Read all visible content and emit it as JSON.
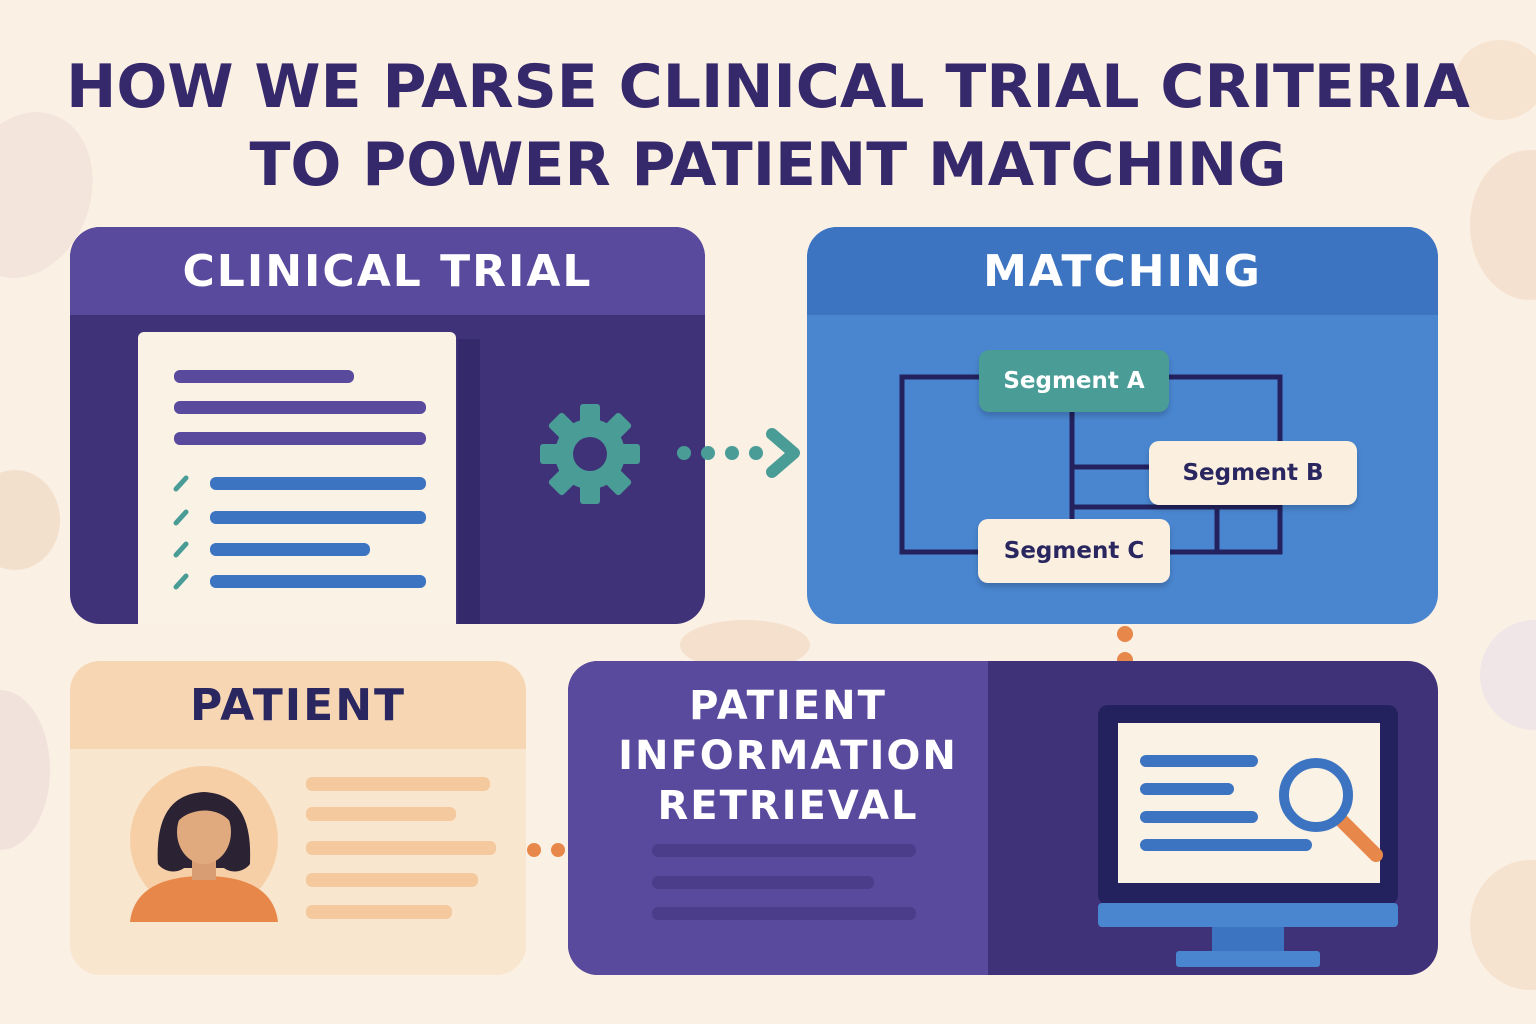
{
  "title": {
    "line1": "HOW WE PARSE CLINICAL TRIAL CRITERIA",
    "line2": "TO POWER PATIENT MATCHING"
  },
  "panels": {
    "clinical_trial": {
      "label": "CLINICAL TRIAL"
    },
    "matching": {
      "label": "MATCHING",
      "segments": [
        "Segment A",
        "Segment B",
        "Segment C"
      ]
    },
    "patient": {
      "label": "PATIENT"
    },
    "retrieval": {
      "label_lines": [
        "PATIENT",
        "INFORMATION",
        "RETRIEVAL"
      ]
    }
  },
  "colors": {
    "background": "#fbf0e4",
    "title": "#35296b",
    "purple_dark": "#3f3278",
    "purple_header": "#5a4a9e",
    "blue": "#4a86d0",
    "blue_header": "#3d74c2",
    "teal": "#4a9c96",
    "orange": "#e8874a",
    "peach": "#f9e6cf"
  },
  "icons": [
    "gear-icon",
    "arrow-right-icon",
    "arrow-down-icon",
    "magnifier-icon",
    "monitor-icon",
    "person-avatar-icon",
    "checkmark-icon",
    "document-icon"
  ]
}
